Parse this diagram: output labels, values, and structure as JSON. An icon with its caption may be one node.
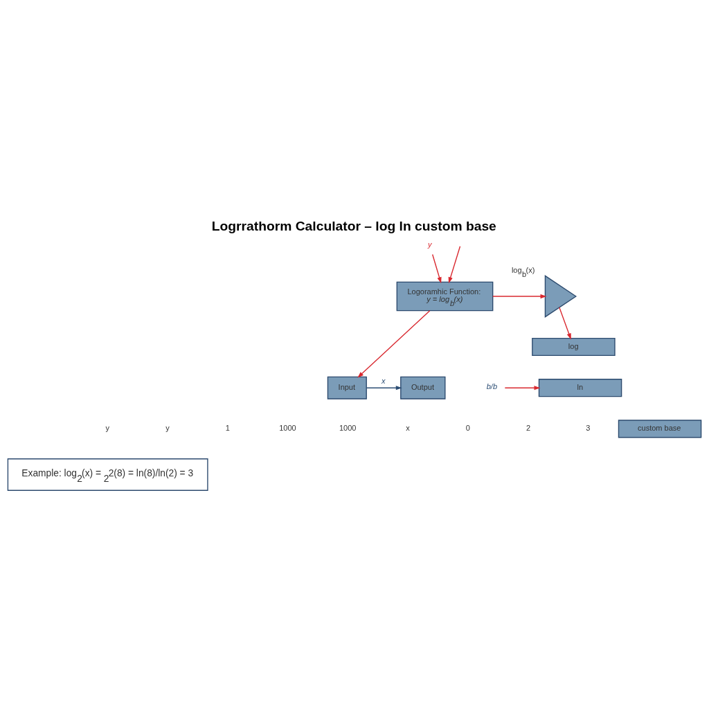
{
  "diagram": {
    "title": "Logrrathorm Calculator – log ln custom base",
    "nodes": [
      {
        "text": [
          "y"
        ]
      },
      {
        "text": [
          "Logoramhic Function:",
          "y = log$_{b}$(x)"
        ]
      },
      {
        "text": [
          "log$_{b}$(x)"
        ]
      },
      {
        "text": [
          "log"
        ]
      },
      {
        "text": [
          "ln"
        ]
      },
      {
        "text": [
          "custom base"
        ]
      },
      {
        "text": [
          "Input"
        ]
      },
      {
        "text": [
          "Output"
        ]
      },
      {
        "text": [
          "b/b"
        ]
      },
      {
        "text": [
          "Example: log$_{2}$(x) = $_{2}$2(8) = ln(8)/ln(2) = 3"
        ]
      }
    ],
    "edges": [
      {
        "from": 0,
        "to": 1,
        "arrow": "to"
      },
      {
        "from": null,
        "to": 1,
        "arrow": "to"
      },
      {
        "from": 1,
        "to": 2,
        "arrow": "to"
      },
      {
        "from": 2,
        "to": 3,
        "arrow": "to"
      },
      {
        "from": 1,
        "to": 6,
        "arrow": "to"
      },
      {
        "from": 6,
        "to": 7,
        "arrow": "to",
        "label": "x",
        "color": "#2c4e74"
      },
      {
        "from": 8,
        "to": 4,
        "arrow": "to"
      }
    ],
    "labels": [
      "y",
      "y",
      "1",
      "1000",
      "1000",
      "x",
      "0",
      "2",
      "3"
    ]
  }
}
